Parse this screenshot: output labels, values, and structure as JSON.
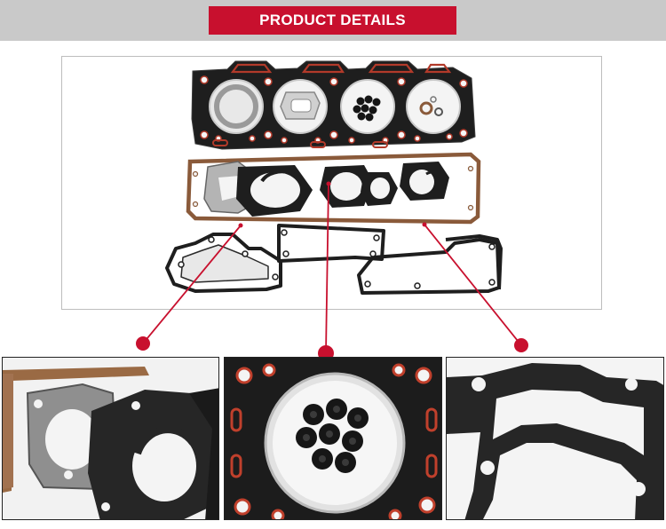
{
  "header": {
    "title": "PRODUCT DETAILS"
  },
  "colors": {
    "accent": "#c8102e",
    "header_band": "#c9c9c9",
    "gasket_black": "#1e1e1e",
    "gasket_red": "#b23a2a",
    "cork_brown": "#8a5a3a"
  },
  "main_image": {
    "subject": "engine-gasket-kit-photo"
  },
  "detail_images": [
    {
      "subject": "flange-gaskets-closeup"
    },
    {
      "subject": "valve-stem-seals-closeup"
    },
    {
      "subject": "cover-gasket-closeup"
    }
  ]
}
